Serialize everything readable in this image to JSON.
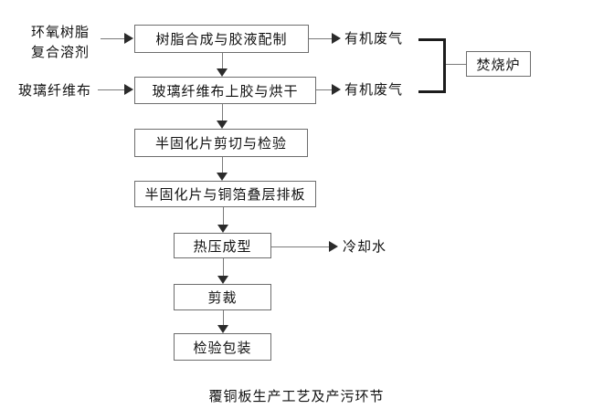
{
  "diagram": {
    "caption": "覆铜板生产工艺及产污环节",
    "inputs": [
      {
        "name": "epoxy-resin-solvent",
        "line1": "环氧树脂",
        "line2": "复合溶剂"
      },
      {
        "name": "glass-fiber-cloth",
        "line1": "玻璃纤维布",
        "line2": ""
      }
    ],
    "process_steps": [
      {
        "id": "resin-synthesis",
        "label": "树脂合成与胶液配制"
      },
      {
        "id": "gluing-drying",
        "label": "玻璃纤维布上胶与烘干"
      },
      {
        "id": "prepreg-cutting",
        "label": "半固化片剪切与检验"
      },
      {
        "id": "prepreg-copper-layup",
        "label": "半固化片与铜箔叠层排板"
      },
      {
        "id": "hot-press-forming",
        "label": "热压成型"
      },
      {
        "id": "trimming",
        "label": "剪裁"
      },
      {
        "id": "inspection-packaging",
        "label": "检验包装"
      }
    ],
    "outputs": [
      {
        "id": "organic-waste-gas-1",
        "label": "有机废气"
      },
      {
        "id": "organic-waste-gas-2",
        "label": "有机废气"
      },
      {
        "id": "cooling-water",
        "label": "冷却水"
      }
    ],
    "treatment": {
      "id": "incinerator",
      "label": "焚烧炉"
    },
    "colors": {
      "box_border": "#6d6d6d",
      "connector": "#7a7a7a",
      "arrow": "#2b2b2b",
      "bracket": "#1c1c1c",
      "text": "#111111",
      "background": "#ffffff"
    }
  }
}
